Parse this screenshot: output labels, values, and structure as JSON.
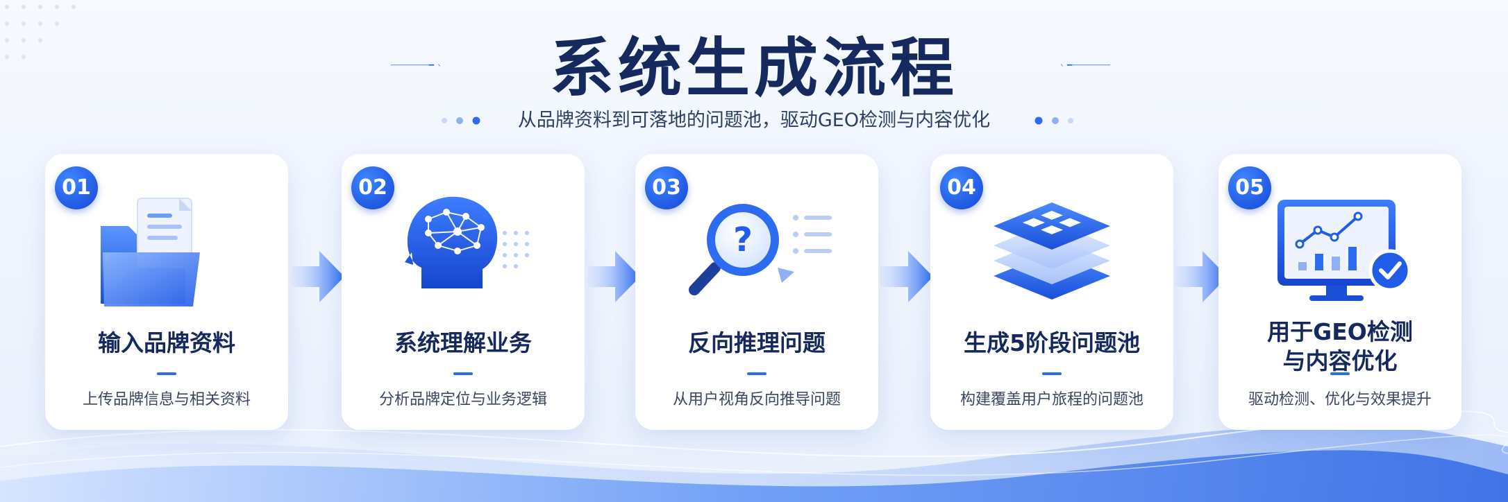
{
  "header": {
    "title": "系统生成流程",
    "subtitle": "从品牌资料到可落地的问题池，驱动GEO检测与内容优化"
  },
  "colors": {
    "accent": "#1f5ce8",
    "accent_light": "#4a8bff",
    "title": "#15295e",
    "text": "#3a4560"
  },
  "steps": [
    {
      "number": "01",
      "icon": "folder-document-icon",
      "title": "输入品牌资料",
      "description": "上传品牌信息与相关资料"
    },
    {
      "number": "02",
      "icon": "brain-network-head-icon",
      "title": "系统理解业务",
      "description": "分析品牌定位与业务逻辑"
    },
    {
      "number": "03",
      "icon": "magnifier-question-icon",
      "title": "反向推理问题",
      "description": "从用户视角反向推导问题"
    },
    {
      "number": "04",
      "icon": "stacked-layers-icon",
      "title": "生成5阶段问题池",
      "description": "构建覆盖用户旅程的问题池"
    },
    {
      "number": "05",
      "icon": "monitor-chart-check-icon",
      "title_line1": "用于GEO检测",
      "title_line2": "与内容优化",
      "description": "驱动检测、优化与效果提升"
    }
  ]
}
